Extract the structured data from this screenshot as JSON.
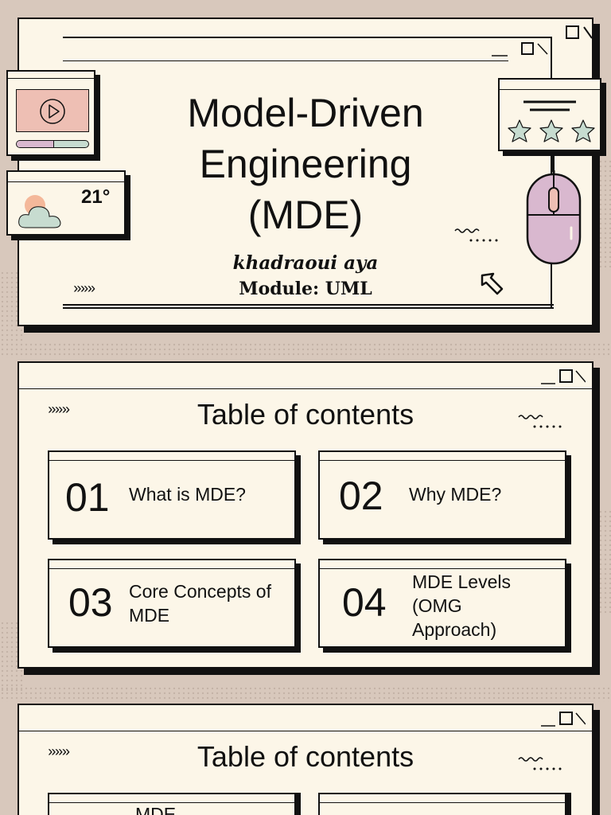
{
  "slide1": {
    "title_line1": "Model-Driven",
    "title_line2": "Engineering",
    "title_line3": "(MDE)",
    "author": "khadraoui aya",
    "module": "Module:  UML",
    "weather_temp": "21°",
    "arrows": "»»»",
    "squiggle": "~~~"
  },
  "slide2": {
    "title": "Table of contents",
    "arrows": "»»»",
    "items": [
      {
        "number": "01",
        "label": "What is MDE?"
      },
      {
        "number": "02",
        "label": "Why MDE?"
      },
      {
        "number": "03",
        "label": "Core Concepts of MDE"
      },
      {
        "number": "04",
        "label": "MDE Levels (OMG Approach)"
      }
    ]
  },
  "slide3": {
    "title": "Table of contents",
    "arrows": "»»»",
    "partial_label": "MDE"
  },
  "icons": {
    "video_player": "play-icon",
    "weather": "cloud-sun-icon",
    "rating": "star-icon",
    "mouse": "mouse-icon",
    "cursor": "cursor-icon"
  },
  "colors": {
    "background": "#d8c8bc",
    "slide": "#fcf6e8",
    "outline": "#111111",
    "video": "#eebfb4",
    "cloud": "#c7dcd0",
    "sun": "#f4b89a",
    "mouse": "#d9b8cf"
  }
}
